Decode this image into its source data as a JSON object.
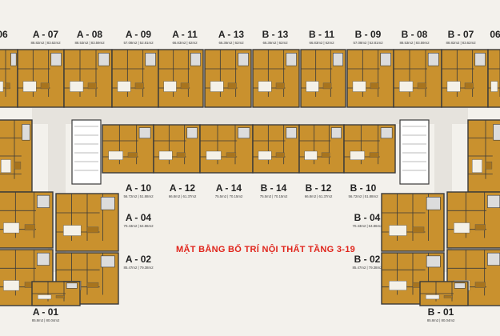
{
  "title": "MẶT BẰNG BỐ TRÍ NỘI THẤT TẦNG 3-19",
  "colors": {
    "background": "#f3f1ec",
    "wood_floor": "#c9912e",
    "wood_floor_dark": "#a8741d",
    "wall": "#3a3a3a",
    "bathroom_tile": "#dcdcdc",
    "corridor": "#e6e3dd",
    "title": "#e0241b"
  },
  "apartments": [
    {
      "code": "06",
      "area": ""
    },
    {
      "code": "A - 07",
      "area": "88.82m2 | 83.62m2"
    },
    {
      "code": "A - 08",
      "area": "88.53m2 | 83.59m2"
    },
    {
      "code": "A - 09",
      "area": "57.08m2 | 52.81m2"
    },
    {
      "code": "A - 11",
      "area": "66.83m2 | 62m2"
    },
    {
      "code": "A - 13",
      "area": "66.36m2 | 62m2"
    },
    {
      "code": "B - 13",
      "area": "66.36m2 | 62m2"
    },
    {
      "code": "B - 11",
      "area": "66.83m2 | 62m2"
    },
    {
      "code": "B - 09",
      "area": "57.08m2 | 52.81m2"
    },
    {
      "code": "B - 08",
      "area": "88.53m2 | 83.59m2"
    },
    {
      "code": "B - 07",
      "area": "88.82m2 | 83.62m2"
    },
    {
      "code": "06",
      "area": ""
    },
    {
      "code": "A - 10",
      "area": "56.72m2 | 51.88m2"
    },
    {
      "code": "A - 12",
      "area": "66.8m2 | 61.37m2"
    },
    {
      "code": "A - 14",
      "area": "75.5m2 | 70.15m2"
    },
    {
      "code": "B - 14",
      "area": "75.5m2 | 70.15m2"
    },
    {
      "code": "B - 12",
      "area": "66.8m2 | 61.37m2"
    },
    {
      "code": "B - 10",
      "area": "56.72m2 | 51.88m2"
    },
    {
      "code": "A - 04",
      "area": "70.43m2 | 64.86m2"
    },
    {
      "code": "B - 04",
      "area": "70.43m2 | 64.86m2"
    },
    {
      "code": "A - 02",
      "area": "85.47m2 | 79.38m2"
    },
    {
      "code": "B - 02",
      "area": "85.47m2 | 79.38m2"
    },
    {
      "code": "A - 01",
      "area": "85.8m2 | 80.04m2"
    },
    {
      "code": "B - 01",
      "area": "85.8m2 | 80.04m2"
    }
  ]
}
